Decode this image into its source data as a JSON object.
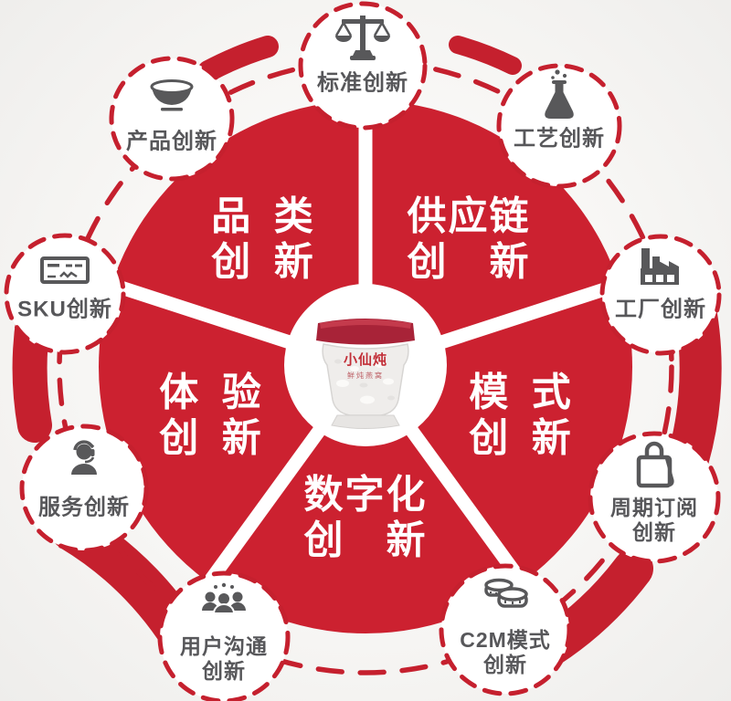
{
  "diagram": {
    "name": "innovation-wheel",
    "colors": {
      "brand_red": "#cc2130",
      "dash_red": "#c5202e",
      "icon_gray": "#58585a",
      "label_gray": "#57575a",
      "background": "#f5f4f2",
      "white": "#ffffff"
    },
    "center": {
      "brand": "小仙炖",
      "product": "鲜炖燕窝"
    },
    "sectors": [
      {
        "id": "category",
        "lines": [
          "品 类",
          "创 新"
        ]
      },
      {
        "id": "supply-chain",
        "lines": [
          "供应链",
          "创 新"
        ]
      },
      {
        "id": "model",
        "lines": [
          "模 式",
          "创 新"
        ]
      },
      {
        "id": "digital",
        "lines": [
          "数字化",
          "创 新"
        ]
      },
      {
        "id": "experience",
        "lines": [
          "体 验",
          "创 新"
        ]
      }
    ],
    "satellites": [
      {
        "id": "standard",
        "icon": "scales-icon",
        "lines": [
          "标准创新"
        ]
      },
      {
        "id": "craft",
        "icon": "flask-icon",
        "lines": [
          "工艺创新"
        ]
      },
      {
        "id": "factory",
        "icon": "factory-icon",
        "lines": [
          "工厂创新"
        ]
      },
      {
        "id": "subscription",
        "icon": "shopping-bag-icon",
        "lines": [
          "周期订阅",
          "创新"
        ]
      },
      {
        "id": "c2m",
        "icon": "coins-icon",
        "lines": [
          "C2M模式",
          "创新"
        ]
      },
      {
        "id": "user-communication",
        "icon": "people-group-icon",
        "lines": [
          "用户沟通",
          "创新"
        ]
      },
      {
        "id": "service",
        "icon": "headset-person-icon",
        "lines": [
          "服务创新"
        ]
      },
      {
        "id": "sku",
        "icon": "card-icon",
        "lines": [
          "SKU创新"
        ]
      },
      {
        "id": "product",
        "icon": "bowl-icon",
        "lines": [
          "产品创新"
        ]
      }
    ]
  }
}
